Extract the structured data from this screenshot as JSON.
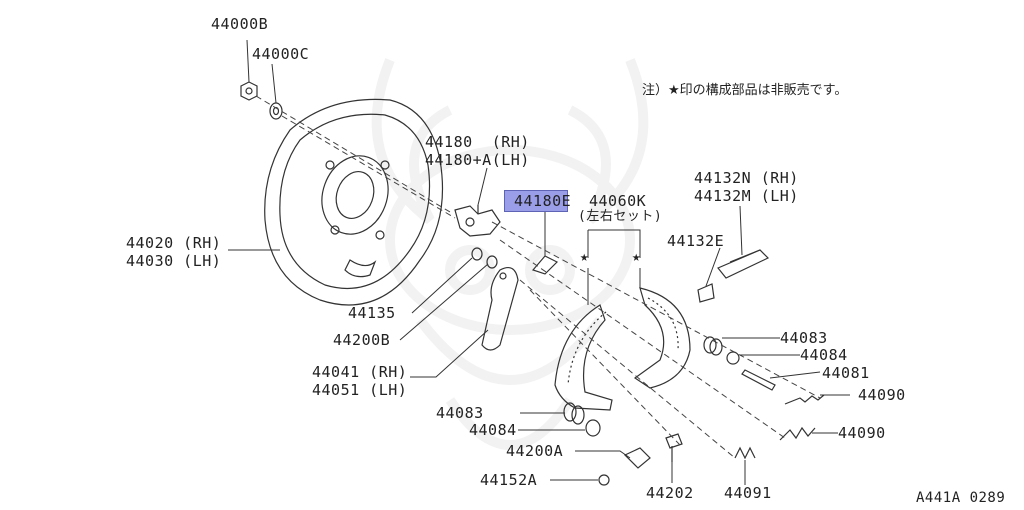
{
  "colors": {
    "line": "#333333",
    "highlight": "#9a9ee8",
    "highlight_border": "#5f63b6",
    "watermark": "#888888"
  },
  "note": "注）★印の構成部品は非販売です。",
  "diagram_code": "A441A 0289",
  "labels": {
    "p44000B": "44000B",
    "p44000C": "44000C",
    "p44180_rh": "44180  (RH)",
    "p44180_lh": "44180+A(LH)",
    "p44180E": "44180E",
    "p44060K": "44060K",
    "p44060K_sub": "(左右セット)",
    "p44132N": "44132N (RH)",
    "p44132M": "44132M (LH)",
    "p44132E": "44132E",
    "p44020": "44020 (RH)",
    "p44030": "44030 (LH)",
    "p44135": "44135",
    "p44200B": "44200B",
    "p44041": "44041 (RH)",
    "p44051": "44051 (LH)",
    "p44083a": "44083",
    "p44084a": "44084",
    "p44081": "44081",
    "p44090a": "44090",
    "p44090b": "44090",
    "p44083b": "44083",
    "p44084b": "44084",
    "p44200A": "44200A",
    "p44152A": "44152A",
    "p44202": "44202",
    "p44091": "44091"
  },
  "stars": [
    "★",
    "★"
  ]
}
